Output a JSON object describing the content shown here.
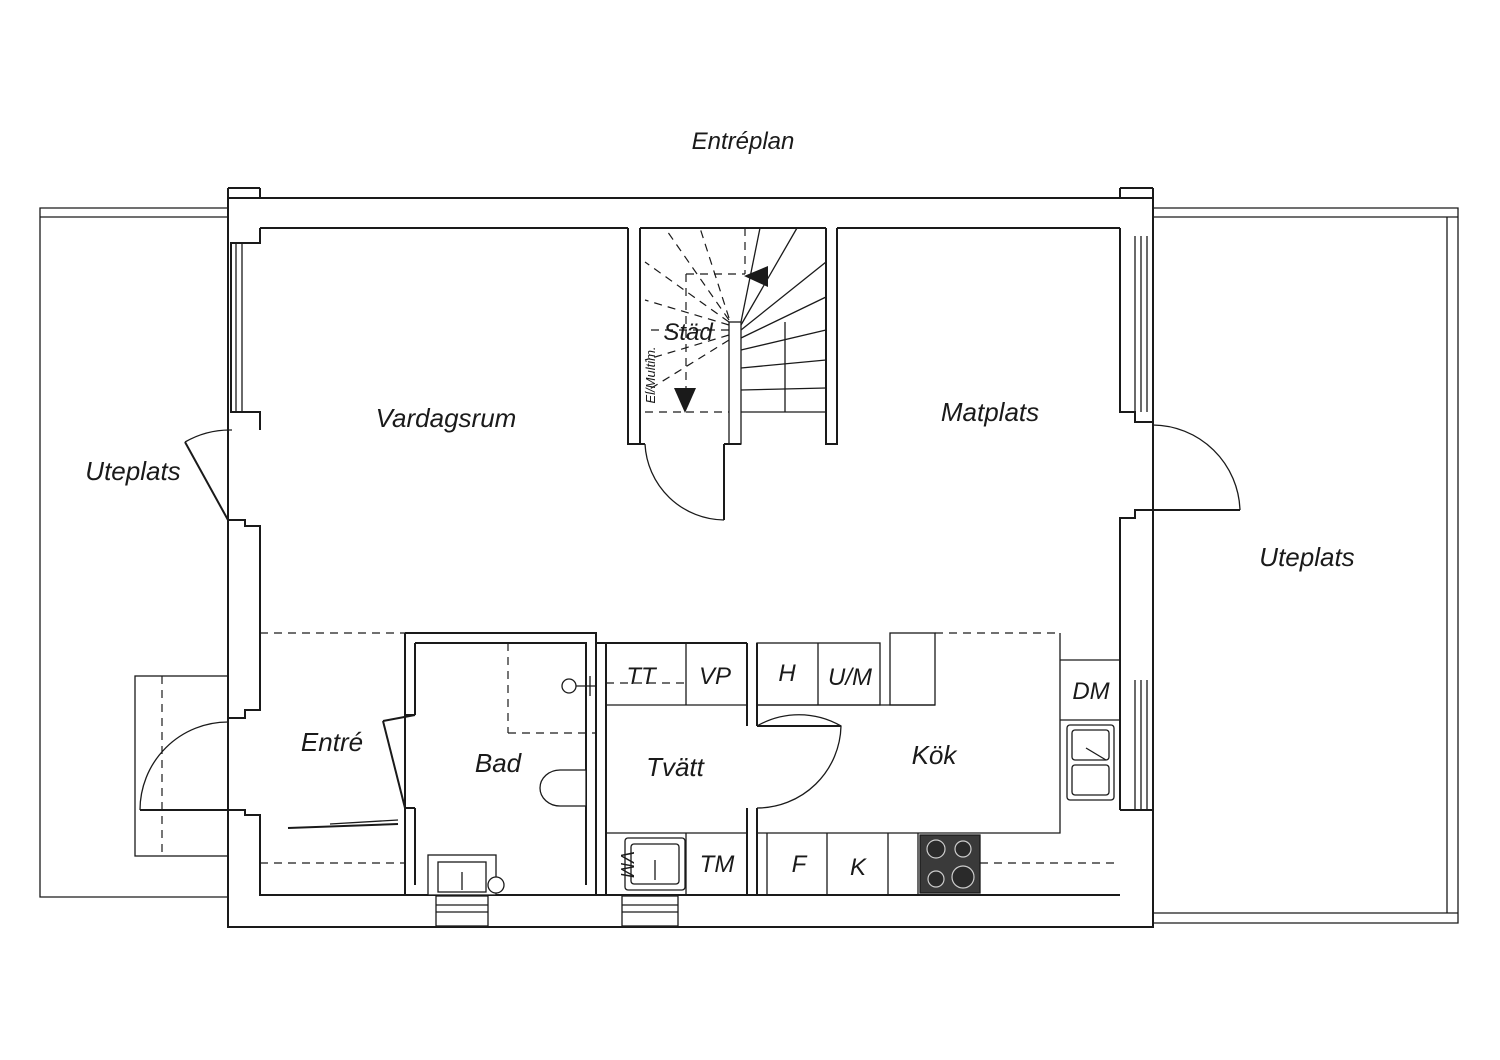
{
  "plan_title": "Entréplan",
  "rooms": {
    "vardagsrum": "Vardagsrum",
    "stad": "Städ",
    "el_multimedia": "El/Multim.",
    "matplats": "Matplats",
    "uteplats_left": "Uteplats",
    "uteplats_right": "Uteplats",
    "entre": "Entré",
    "bad": "Bad",
    "tvatt": "Tvätt",
    "kok": "Kök"
  },
  "fixtures": {
    "tt": "TT",
    "vp": "VP",
    "h": "H",
    "um": "U/M",
    "dm": "DM",
    "vm": "VM",
    "tm": "TM",
    "f": "F",
    "k": "K"
  },
  "icons": [
    "stair-arrow-up-icon",
    "stair-arrow-down-icon",
    "shower-icon",
    "toilet-icon",
    "washbasin-icon",
    "sink-icon",
    "double-sink-icon",
    "stove-icon"
  ]
}
